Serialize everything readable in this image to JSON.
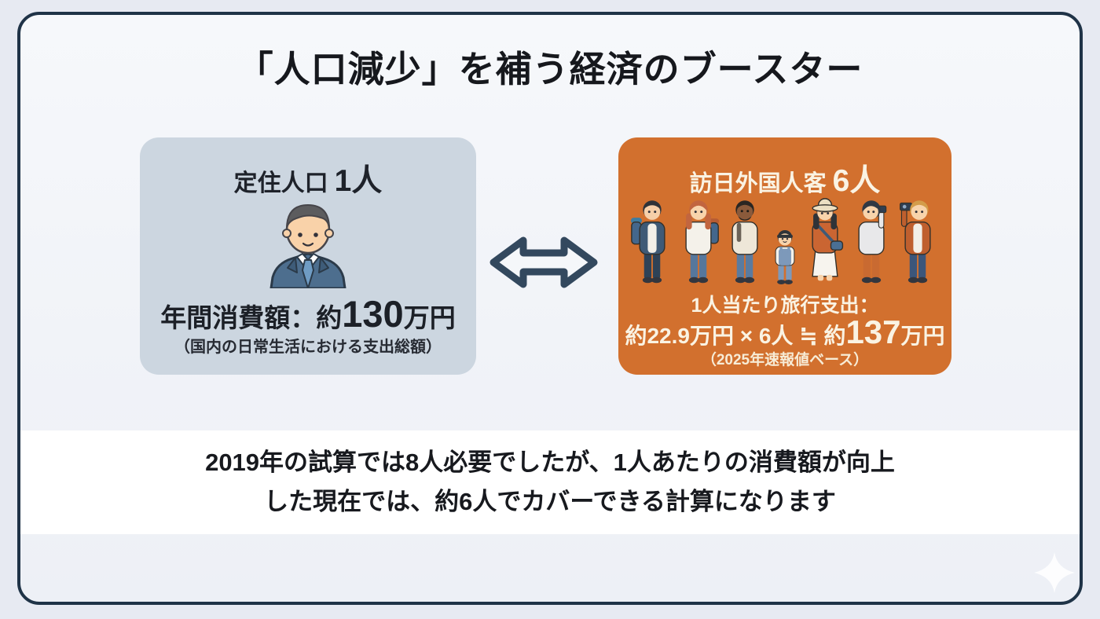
{
  "title": "「人口減少」を補う経済のブースター",
  "resident_card": {
    "label": "定住人口",
    "count": "1人",
    "amount_label": "年間消費額：約",
    "amount_value": "130",
    "amount_unit": "万円",
    "note": "（国内の日常生活における支出総額）"
  },
  "visitor_card": {
    "label": "訪日外国人客",
    "count": "6人",
    "spend_label": "1人当たり旅行支出：",
    "calc_prefix": "約22.9万円 × 6人 ≒ 約",
    "calc_value": "137",
    "calc_unit": "万円",
    "note": "（2025年速報値ベース）"
  },
  "footer": {
    "line1": "2019年の試算では8人必要でしたが、1人あたりの消費額が向上",
    "line2": "した現在では、約6人でカバーできる計算になります"
  },
  "icons": {
    "arrow": "double-headed-exchange-arrow",
    "sparkle": "four-point-sparkle",
    "resident_figure": "businessman-illustration",
    "visitor_figures": "tourist-group-illustration"
  },
  "colors": {
    "page_bg": "#e7eaf2",
    "slide_bg": "#f3f5f9",
    "frame_border": "#1f3347",
    "resident_card_bg": "#ccd6e0",
    "visitor_card_bg": "#d2702e",
    "visitor_text": "#faf3e3",
    "dark_text": "#16181d",
    "arrow": "#33485e",
    "footer_band_bg": "#ffffff"
  }
}
